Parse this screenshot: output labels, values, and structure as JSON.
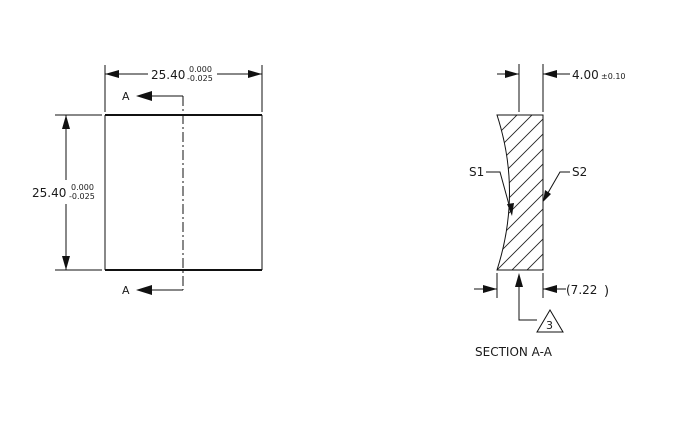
{
  "front_view": {
    "width_dim": {
      "nominal": "25.40",
      "upper_tol": "0.000",
      "lower_tol": "-0.025"
    },
    "height_dim": {
      "nominal": "25.40",
      "upper_tol": "0.000",
      "lower_tol": "-0.025"
    },
    "section_label_top": "A",
    "section_label_bottom": "A"
  },
  "section_view": {
    "thickness_dim": {
      "nominal": "4.00",
      "tol": "±0.10"
    },
    "ref_dim": "(7.22",
    "ref_dim_close": ")",
    "surface_left": "S1",
    "surface_right": "S2",
    "note_number": "3",
    "caption": "SECTION A-A"
  }
}
